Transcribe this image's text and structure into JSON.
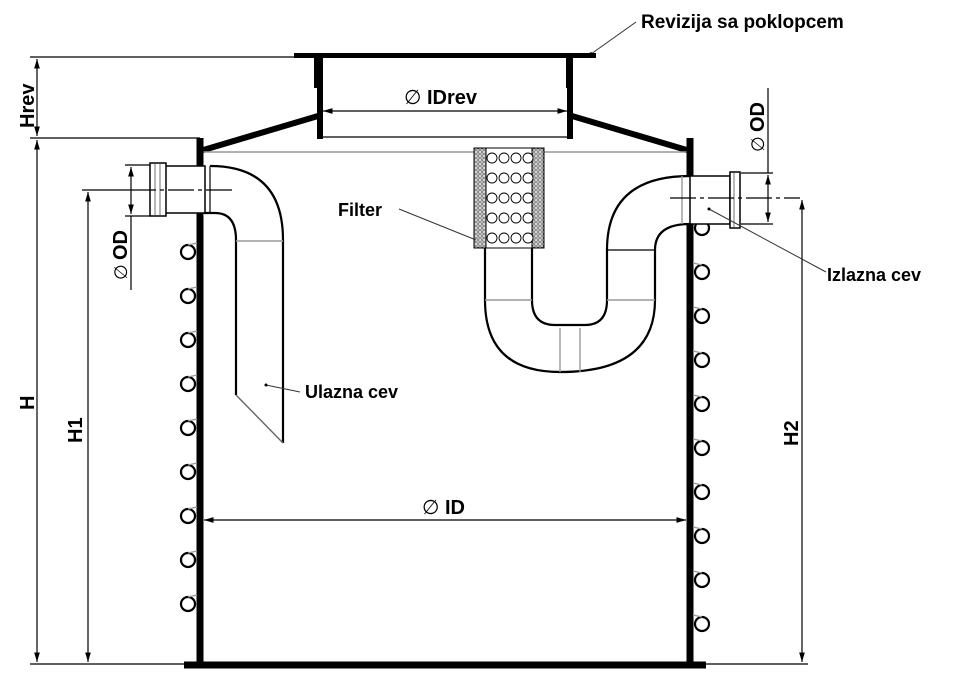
{
  "diagram": {
    "title": "Separator / tank with revision shaft cross-section",
    "labels": {
      "revision": "Revizija sa poklopcem",
      "filter": "Filter",
      "inlet_pipe": "Ulazna cev",
      "outlet_pipe": "Izlazna cev"
    },
    "dimensions": {
      "hrev": "Hrev",
      "h": "H",
      "h1": "H1",
      "h2": "H2",
      "id_rev": "IDrev",
      "id": "ID",
      "od_left": "OD",
      "od_right": "OD",
      "diameter_symbol": "∅"
    },
    "ladder": {
      "left_rungs": 9,
      "right_rungs": 10
    },
    "colors": {
      "line": "#000000",
      "secondary_line": "#999999",
      "background": "#ffffff"
    }
  }
}
